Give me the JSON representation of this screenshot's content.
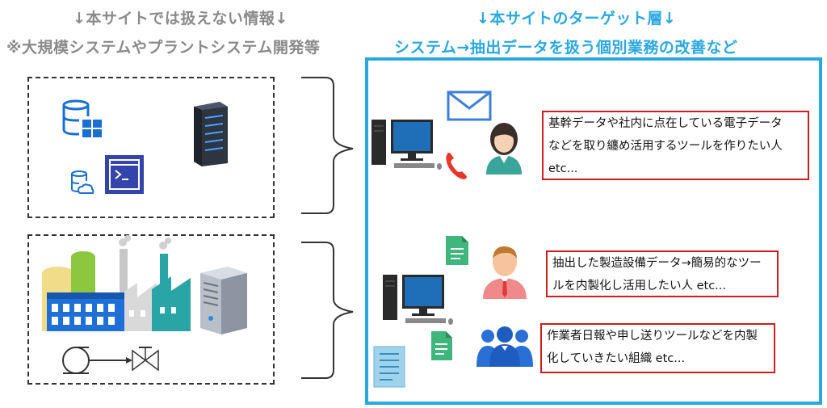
{
  "left_heading": {
    "line1": "↓本サイトでは扱えない情報↓",
    "line2": "※大規模システムやプラントシステム開発等"
  },
  "right_heading": {
    "line1": "↓本サイトのターゲット層↓",
    "line2": "システム→抽出データを扱う個別業務の改善など"
  },
  "targets": [
    {
      "lines": [
        "基幹データや社内に点在している電子データ",
        "などを取り纏め活用するツールを作りたい人",
        "etc..."
      ]
    },
    {
      "lines": [
        "抽出した製造設備データ→簡易的なツー",
        "ルを内製化し活用したい人 etc..."
      ]
    },
    {
      "lines": [
        "作業者日報や申し送りツールなどを内製",
        "化していきたい組織 etc..."
      ]
    }
  ],
  "colors": {
    "target_accent": "#2aa8e0",
    "heading_gray": "#8a8a8a",
    "box_border": "#cc2020"
  },
  "icons": [
    "database-icon",
    "database-cloud-icon",
    "terminal-icon",
    "server-rack-icon",
    "factory-icon",
    "server-tower-icon",
    "pump-valve-icon",
    "desktop-computer-icon",
    "mail-icon",
    "phone-icon",
    "person-icon",
    "document-icon",
    "group-icon"
  ]
}
